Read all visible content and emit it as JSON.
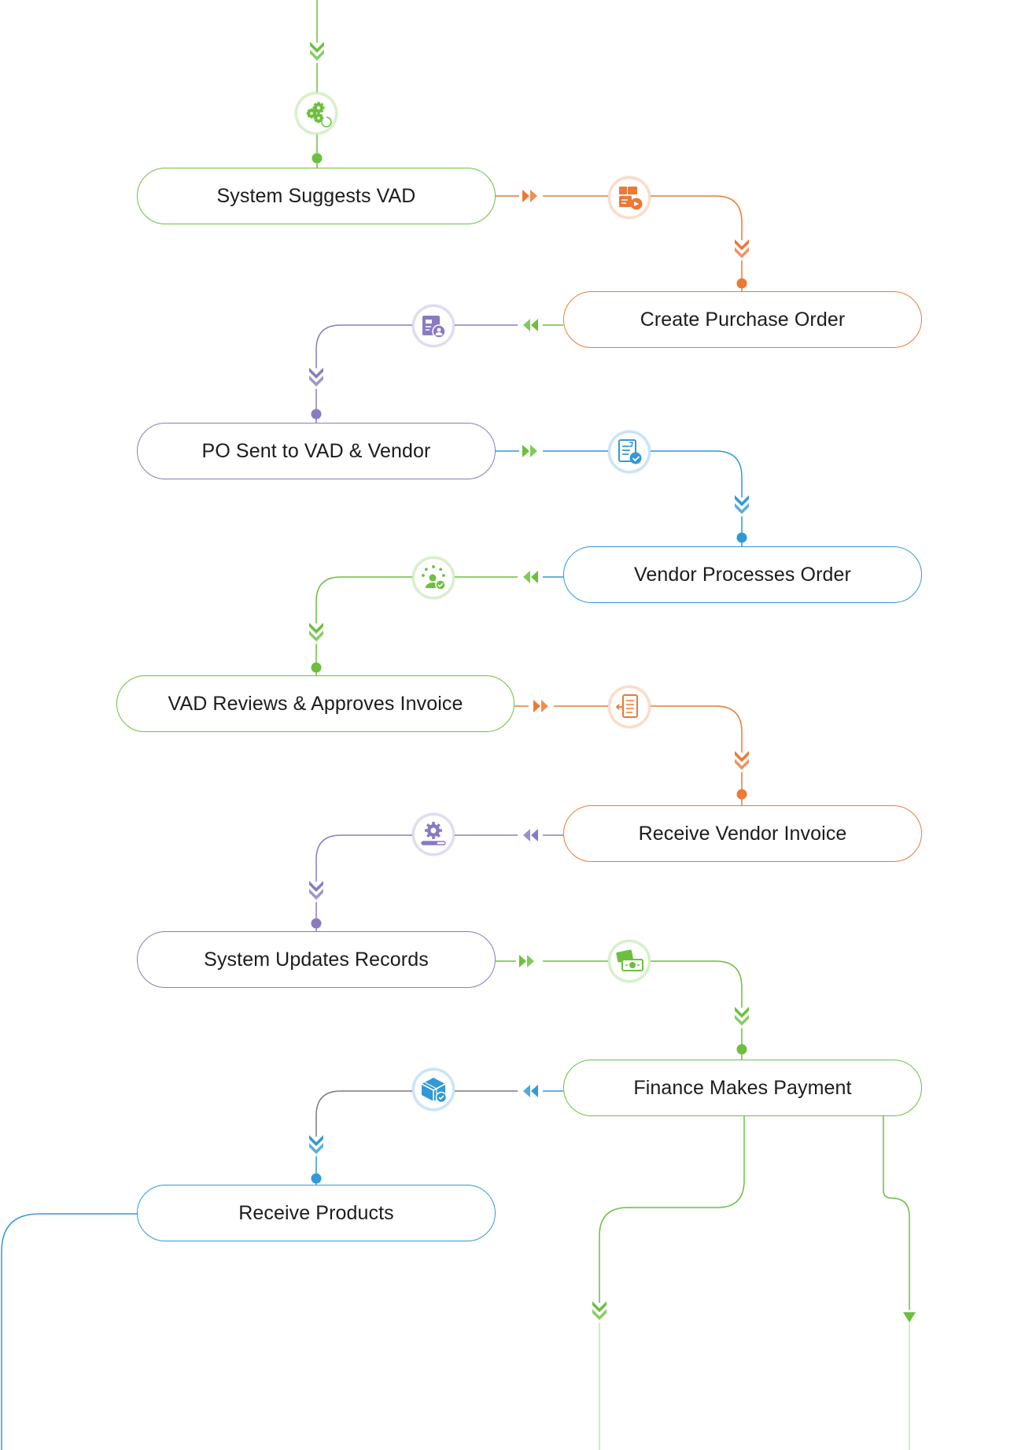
{
  "colors": {
    "green": "#6cbf3f",
    "orange": "#ee7836",
    "purple": "#8a7bc0",
    "blue": "#3199d6",
    "dark": "#7b7b7b"
  },
  "nodes": [
    {
      "id": "system-suggests-vad",
      "label": "System Suggests VAD",
      "color": "green"
    },
    {
      "id": "create-purchase-order",
      "label": "Create Purchase Order",
      "color": "orange"
    },
    {
      "id": "po-sent-to-vad-vendor",
      "label": "PO Sent to VAD & Vendor",
      "color": "purple"
    },
    {
      "id": "vendor-processes-order",
      "label": "Vendor Processes Order",
      "color": "blue"
    },
    {
      "id": "vad-reviews-approves-invoice",
      "label": "VAD Reviews & Approves Invoice",
      "color": "green"
    },
    {
      "id": "receive-vendor-invoice",
      "label": "Receive Vendor Invoice",
      "color": "orange"
    },
    {
      "id": "system-updates-records",
      "label": "System Updates Records",
      "color": "purple"
    },
    {
      "id": "finance-makes-payment",
      "label": "Finance Makes Payment",
      "color": "green"
    },
    {
      "id": "receive-products",
      "label": "Receive Products",
      "color": "blue"
    }
  ],
  "icons": [
    {
      "name": "gears-icon",
      "color": "green"
    },
    {
      "name": "purchase-cart-icon",
      "color": "orange"
    },
    {
      "name": "document-user-icon",
      "color": "purple"
    },
    {
      "name": "order-document-icon",
      "color": "blue"
    },
    {
      "name": "rating-approval-icon",
      "color": "green"
    },
    {
      "name": "invoice-receive-icon",
      "color": "orange"
    },
    {
      "name": "settings-update-icon",
      "color": "purple"
    },
    {
      "name": "payment-money-icon",
      "color": "green"
    },
    {
      "name": "package-check-icon",
      "color": "blue"
    }
  ]
}
